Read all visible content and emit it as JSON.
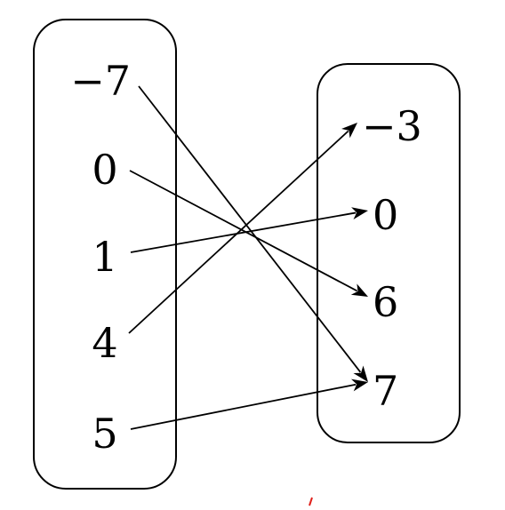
{
  "domain_set": {
    "values": [
      "−7",
      "0",
      "1",
      "4",
      "5"
    ]
  },
  "range_set": {
    "values": [
      "−3",
      "0",
      "6",
      "7"
    ]
  },
  "mappings": [
    {
      "from": 0,
      "to": 3
    },
    {
      "from": 1,
      "to": 2
    },
    {
      "from": 2,
      "to": 1
    },
    {
      "from": 3,
      "to": 0
    },
    {
      "from": 4,
      "to": 3
    }
  ],
  "colors": {
    "stroke": "#000000",
    "stray_mark": "#e0201b"
  }
}
